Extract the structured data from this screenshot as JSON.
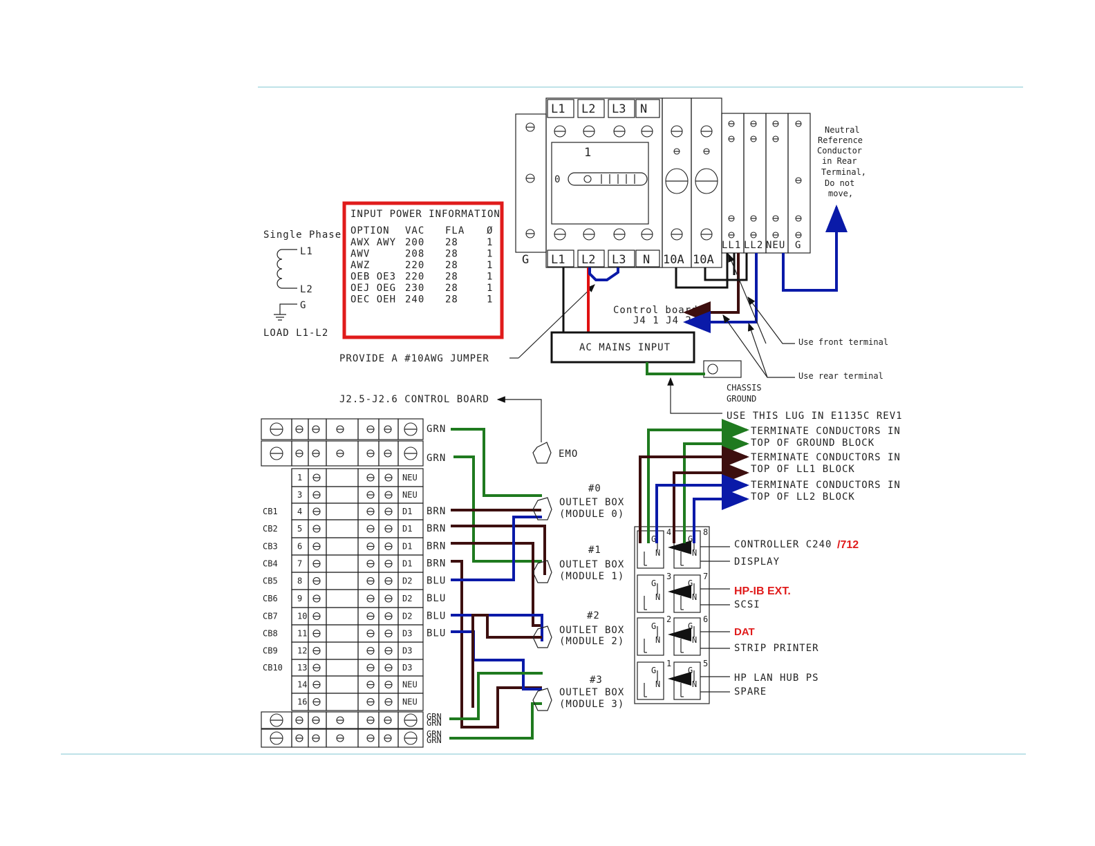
{
  "colors": {
    "frame_line": "#a8d8e0",
    "box_red": "#e01b1b",
    "green": "#1f7a1f",
    "blue": "#0a1aa8",
    "brown": "#3d0f0f",
    "red_label": "#e01b1b"
  },
  "breaker": {
    "top_labels": [
      "L1",
      "L2",
      "L3",
      "N"
    ],
    "bottom_labels": [
      "L1",
      "L2",
      "L3",
      "N",
      "10A",
      "10A"
    ],
    "g_label": "G",
    "switch_on": "1",
    "switch_off": "0",
    "block_labels": [
      "LL1",
      "LL2",
      "NEU",
      "G"
    ]
  },
  "neutral_note": [
    "Neutral",
    "Reference",
    "Conductor",
    "in Rear",
    "Terminal,",
    "Do not",
    "move,"
  ],
  "input_power": {
    "title": "INPUT POWER INFORMATION",
    "headers": [
      "OPTION",
      "VAC",
      "FLA",
      "Ø"
    ],
    "rows": [
      [
        "AWX AWY",
        "200",
        "28",
        "1"
      ],
      [
        "AWV",
        "208",
        "28",
        "1"
      ],
      [
        "AWZ",
        "220",
        "28",
        "1"
      ],
      [
        "OEB OE3",
        "220",
        "28",
        "1"
      ],
      [
        "OEJ OEG",
        "230",
        "28",
        "1"
      ],
      [
        "OEC OEH",
        "240",
        "28",
        "1"
      ]
    ]
  },
  "phase": {
    "title": "Single Phase",
    "l1": "L1",
    "l2": "L2",
    "g": "G",
    "load": "LOAD L1-L2"
  },
  "jumper_note": "PROVIDE A #10AWG JUMPER",
  "control_board": [
    "Control board",
    "J4 1  J4 2"
  ],
  "ac_mains": "AC MAINS INPUT",
  "use_front": "Use front terminal",
  "use_rear": "Use rear terminal",
  "chassis": [
    "CHASSIS",
    "GROUND"
  ],
  "use_lug": "USE THIS LUG IN E1135C REV1",
  "j2_label": "J2.5-J2.6 CONTROL BOARD",
  "emo": "EMO",
  "cb_labels": [
    "CB1",
    "CB2",
    "CB3",
    "CB4",
    "CB5",
    "CB6",
    "CB7",
    "CB8",
    "CB9",
    "CB10"
  ],
  "terminal_rows": [
    {
      "num": "1",
      "tag": "NEU",
      "wire": ""
    },
    {
      "num": "3",
      "tag": "NEU",
      "wire": ""
    },
    {
      "num": "4",
      "tag": "D1",
      "wire": "BRN"
    },
    {
      "num": "5",
      "tag": "D1",
      "wire": "BRN"
    },
    {
      "num": "6",
      "tag": "D1",
      "wire": "BRN"
    },
    {
      "num": "7",
      "tag": "D1",
      "wire": "BRN"
    },
    {
      "num": "8",
      "tag": "D2",
      "wire": "BLU"
    },
    {
      "num": "9",
      "tag": "D2",
      "wire": "BLU"
    },
    {
      "num": "10",
      "tag": "D2",
      "wire": "BLU"
    },
    {
      "num": "11",
      "tag": "D3",
      "wire": "BLU"
    },
    {
      "num": "12",
      "tag": "D3",
      "wire": ""
    },
    {
      "num": "13",
      "tag": "D3",
      "wire": ""
    },
    {
      "num": "14",
      "tag": "NEU",
      "wire": ""
    },
    {
      "num": "16",
      "tag": "NEU",
      "wire": ""
    }
  ],
  "grn": "GRN",
  "outlets": [
    {
      "num": "#0",
      "l1": "OUTLET BOX",
      "l2": "(MODULE 0)"
    },
    {
      "num": "#1",
      "l1": "OUTLET BOX",
      "l2": "(MODULE 1)"
    },
    {
      "num": "#2",
      "l1": "OUTLET BOX",
      "l2": "(MODULE 2)"
    },
    {
      "num": "#3",
      "l1": "OUTLET BOX",
      "l2": "(MODULE 3)"
    }
  ],
  "terminate": [
    [
      "TERMINATE CONDUCTORS IN",
      "TOP OF GROUND BLOCK"
    ],
    [
      "TERMINATE CONDUCTORS IN",
      "TOP OF LL1 BLOCK"
    ],
    [
      "TERMINATE CONDUCTORS IN",
      "TOP OF LL2 BLOCK"
    ]
  ],
  "receptacle_nums": [
    "4",
    "8",
    "3",
    "7",
    "2",
    "6",
    "1",
    "5"
  ],
  "devices": [
    {
      "a": "CONTROLLER C240",
      "a_red": "/712",
      "b": "DISPLAY"
    },
    {
      "a": "",
      "a_red": "HP-IB EXT.",
      "b": "SCSI"
    },
    {
      "a": "",
      "a_red": "DAT",
      "b": "STRIP PRINTER"
    },
    {
      "a": "HP LAN HUB PS",
      "a_red": "",
      "b": "SPARE"
    }
  ]
}
